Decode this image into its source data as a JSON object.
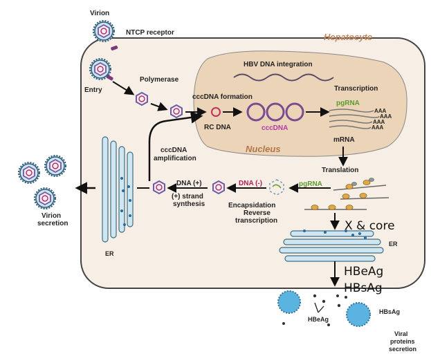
{
  "labels": {
    "virion": "Virion",
    "ntcp": "NTCP receptor",
    "hepatocyte": "Hepatocyte",
    "entry": "Entry",
    "polymerase": "Polymerase",
    "integration": "HBV DNA integration",
    "cccdna_formation": "cccDNA formation",
    "transcription": "Transcription",
    "pgrna_top": "pgRNA",
    "aaa1": "AAA",
    "aaa2": "AAA",
    "aaa3": "AAA",
    "aaa4": "AAA",
    "rc_dna": "RC DNA",
    "cccdna": "cccDNA",
    "nucleus": "Nucleus",
    "mrna": "mRNA",
    "amplification_1": "cccDNA",
    "amplification_2": "amplification",
    "translation": "Translation",
    "dna_plus": "DNA (+)",
    "dna_minus": "DNA (-)",
    "pgrna_mid": "pgRNA",
    "strand_1": "(+) strand",
    "strand_2": "synthesis",
    "encaps_1": "Encapsidation",
    "encaps_2": "Reverse",
    "encaps_3": "transcription",
    "x_core": "X & core",
    "er_left": "ER",
    "er_right": "ER",
    "secretion_1": "Virion",
    "secretion_2": "secretion",
    "hbeag_big": "HBeAg",
    "hbsag_big": "HBsAg",
    "hbeag_small": "HBeAg",
    "hbsag_small": "HBsAg",
    "viral_1": "Viral",
    "viral_2": "proteins",
    "viral_3": "secretion"
  },
  "colors": {
    "cell_fill": "#f7efe5",
    "cell_stroke": "#444444",
    "nucleus_fill": "#ecd4b8",
    "nucleus_label": "#b0764a",
    "hepatocyte_label": "#c48a5e",
    "er_fill": "#cfe6f0",
    "er_stroke": "#3b6d86",
    "virion_fill": "#cfe3ee",
    "virion_stroke": "#2f5a75",
    "capsid_stroke": "#6e5aa0",
    "cccdna_stroke": "#7a4b8e",
    "cccdna_label": "#b03ca8",
    "pgrna_label": "#5a9a2f",
    "dna_minus_label": "#b0205a",
    "ntcp": "#7a3b7a",
    "arrow": "#111111"
  }
}
